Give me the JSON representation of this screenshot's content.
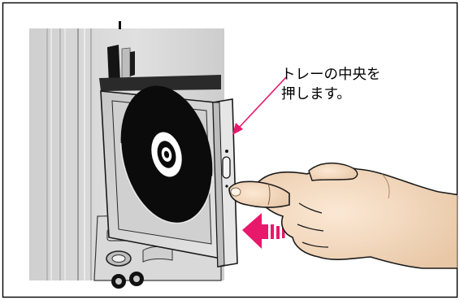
{
  "callout": {
    "line1": "トレーの中央を",
    "line2": "押します。"
  },
  "colors": {
    "arrow": "#e8186b",
    "frame": "#000000",
    "panel_background": "#d2d2d2",
    "tray": "#dadada",
    "disc": "#000000",
    "skin": "#f2dcc4"
  },
  "icons": {
    "pointer": "callout-leader-arrow",
    "push_direction": "push-arrow-icon",
    "hand": "pointing-hand"
  }
}
